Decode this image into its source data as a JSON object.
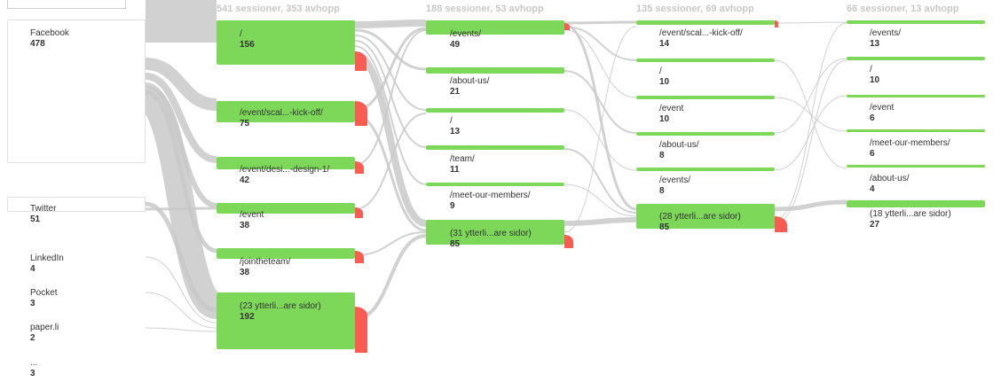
{
  "colors": {
    "node": "#7dd859",
    "dropoff": "#f85c52",
    "flow": "#c9c9c9",
    "header": "#c8c8c8"
  },
  "headers": [
    "541 sessioner, 353 avhopp",
    "188 sessioner, 53 avhopp",
    "135 sessioner, 69 avhopp",
    "66 sessioner, 13 avhopp"
  ],
  "sources": [
    {
      "label": "Facebook",
      "value": "478"
    },
    {
      "label": "Twitter",
      "value": "51"
    },
    {
      "label": "LinkedIn",
      "value": "4"
    },
    {
      "label": "Pocket",
      "value": "3"
    },
    {
      "label": "paper.li",
      "value": "2"
    },
    {
      "label": "...",
      "value": "3"
    }
  ],
  "columns": [
    [
      {
        "label": "/",
        "value": "156"
      },
      {
        "label": "/event/scal...-kick-off/",
        "value": "75"
      },
      {
        "label": "/event/desi...-design-1/",
        "value": "42"
      },
      {
        "label": "/event",
        "value": "38"
      },
      {
        "label": "/jointheteam/",
        "value": "38"
      },
      {
        "label": "(23 ytterli...are sidor)",
        "value": "192"
      }
    ],
    [
      {
        "label": "/events/",
        "value": "49"
      },
      {
        "label": "/about-us/",
        "value": "21"
      },
      {
        "label": "/",
        "value": "13"
      },
      {
        "label": "/team/",
        "value": "11"
      },
      {
        "label": "/meet-our-members/",
        "value": "9"
      },
      {
        "label": "(31 ytterli...are sidor)",
        "value": "85"
      }
    ],
    [
      {
        "label": "/event/scal...-kick-off/",
        "value": "14"
      },
      {
        "label": "/",
        "value": "10"
      },
      {
        "label": "/event",
        "value": "10"
      },
      {
        "label": "/about-us/",
        "value": "8"
      },
      {
        "label": "/events/",
        "value": "8"
      },
      {
        "label": "(28 ytterli...are sidor)",
        "value": "85"
      }
    ],
    [
      {
        "label": "/events/",
        "value": "13"
      },
      {
        "label": "/",
        "value": "10"
      },
      {
        "label": "/event",
        "value": "6"
      },
      {
        "label": "/meet-our-members/",
        "value": "6"
      },
      {
        "label": "/about-us/",
        "value": "4"
      },
      {
        "label": "(18 ytterli...are sidor)",
        "value": "27"
      }
    ]
  ]
}
